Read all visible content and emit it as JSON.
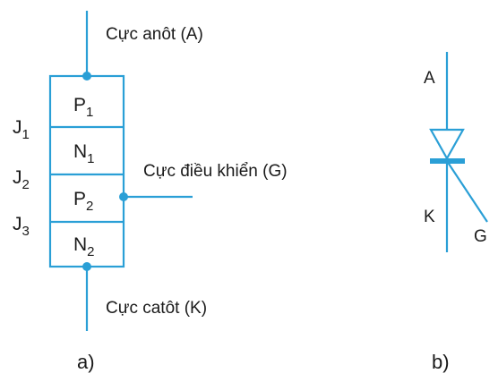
{
  "diagram_a": {
    "layers": [
      {
        "main": "P",
        "sub": "1"
      },
      {
        "main": "N",
        "sub": "1"
      },
      {
        "main": "P",
        "sub": "2"
      },
      {
        "main": "N",
        "sub": "2"
      }
    ],
    "junctions": [
      {
        "main": "J",
        "sub": "1"
      },
      {
        "main": "J",
        "sub": "2"
      },
      {
        "main": "J",
        "sub": "3"
      }
    ],
    "anode_label": "Cực anôt (A)",
    "gate_label": "Cực điều khiển (G)",
    "cathode_label": "Cực catôt (K)",
    "caption": "a)"
  },
  "diagram_b": {
    "anode_letter": "A",
    "cathode_letter": "K",
    "gate_letter": "G",
    "caption": "b)"
  },
  "colors": {
    "line": "#2a9fd6",
    "text": "#1a1a1a"
  }
}
